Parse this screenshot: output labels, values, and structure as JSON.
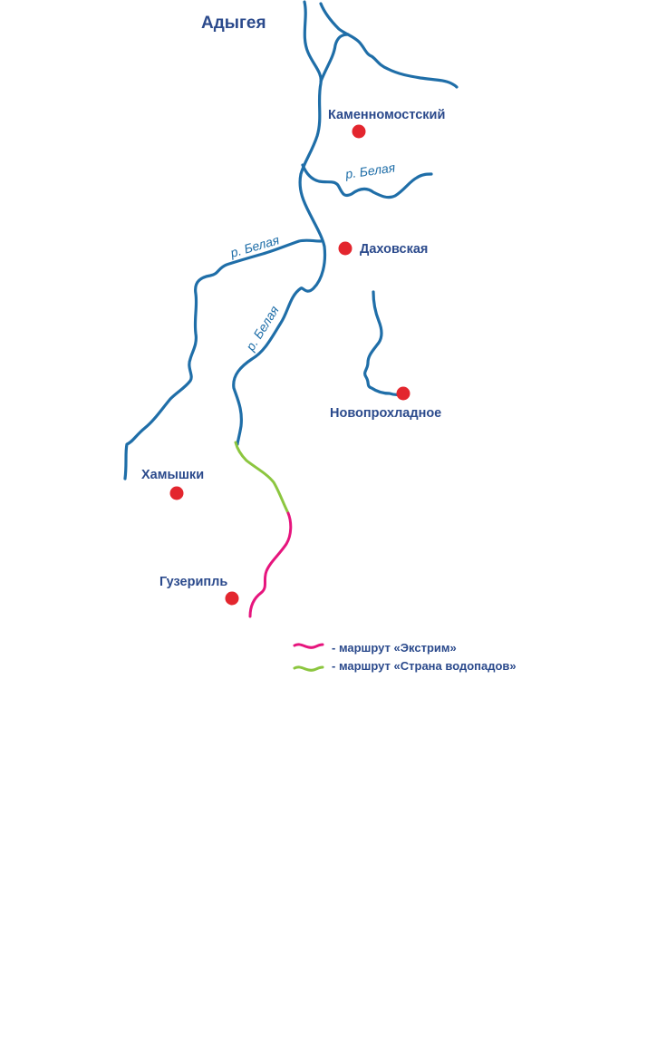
{
  "map": {
    "region": "Адыгея",
    "places": [
      {
        "id": "kamennomostsky",
        "name": "Каменномостский"
      },
      {
        "id": "dakhovskaya",
        "name": "Даховская"
      },
      {
        "id": "novoprokhladnoe",
        "name": "Новопрохладное"
      },
      {
        "id": "khamyshki",
        "name": "Хамышки"
      },
      {
        "id": "guzeripl",
        "name": "Гузерипль"
      }
    ],
    "river_labels": [
      "р. Белая",
      "р. Белая",
      "р. Белая"
    ],
    "legend": [
      {
        "id": "extreme",
        "label": "- маршрут «Экстрим»",
        "color": "#e6157d"
      },
      {
        "id": "waterfalls",
        "label": "- маршрут «Страна водопадов»",
        "color": "#8cc63f"
      }
    ]
  },
  "colors": {
    "river": "#1f6ea8",
    "text": "#2b4a8c",
    "river_label": "#1f6ea8",
    "settlement": "#e3262e"
  }
}
